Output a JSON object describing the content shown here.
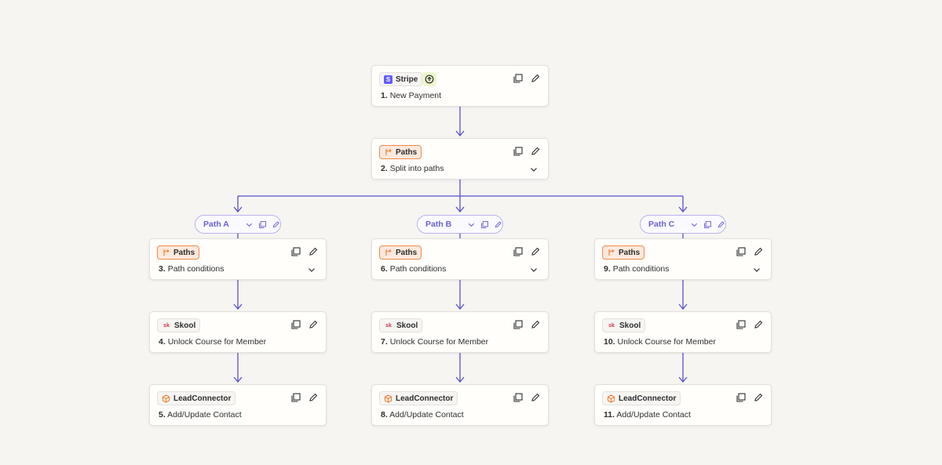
{
  "colors": {
    "connector": "#5a4fcf",
    "paths_accent": "#f07a2a",
    "stripe": "#635bff",
    "skool": "#d8324c"
  },
  "trigger": {
    "app": "Stripe",
    "app_icon": "stripe-icon",
    "step_number": "1.",
    "step_title": "New Payment"
  },
  "split": {
    "app": "Paths",
    "app_icon": "paths-icon",
    "step_number": "2.",
    "step_title": "Split into paths"
  },
  "paths": [
    {
      "label": "Path A",
      "conditions": {
        "app": "Paths",
        "step_number": "3.",
        "step_title": "Path conditions"
      },
      "skool": {
        "app": "Skool",
        "app_icon": "skool-icon",
        "step_number": "4.",
        "step_title": "Unlock Course for Member"
      },
      "lead": {
        "app": "LeadConnector",
        "app_icon": "leadconnector-icon",
        "step_number": "5.",
        "step_title": "Add/Update Contact"
      }
    },
    {
      "label": "Path B",
      "conditions": {
        "app": "Paths",
        "step_number": "6.",
        "step_title": "Path conditions"
      },
      "skool": {
        "app": "Skool",
        "app_icon": "skool-icon",
        "step_number": "7.",
        "step_title": "Unlock Course for Member"
      },
      "lead": {
        "app": "LeadConnector",
        "app_icon": "leadconnector-icon",
        "step_number": "8.",
        "step_title": "Add/Update Contact"
      }
    },
    {
      "label": "Path C",
      "conditions": {
        "app": "Paths",
        "step_number": "9.",
        "step_title": "Path conditions"
      },
      "skool": {
        "app": "Skool",
        "app_icon": "skool-icon",
        "step_number": "10.",
        "step_title": "Unlock Course for Member"
      },
      "lead": {
        "app": "LeadConnector",
        "app_icon": "leadconnector-icon",
        "step_number": "11.",
        "step_title": "Add/Update Contact"
      }
    }
  ]
}
